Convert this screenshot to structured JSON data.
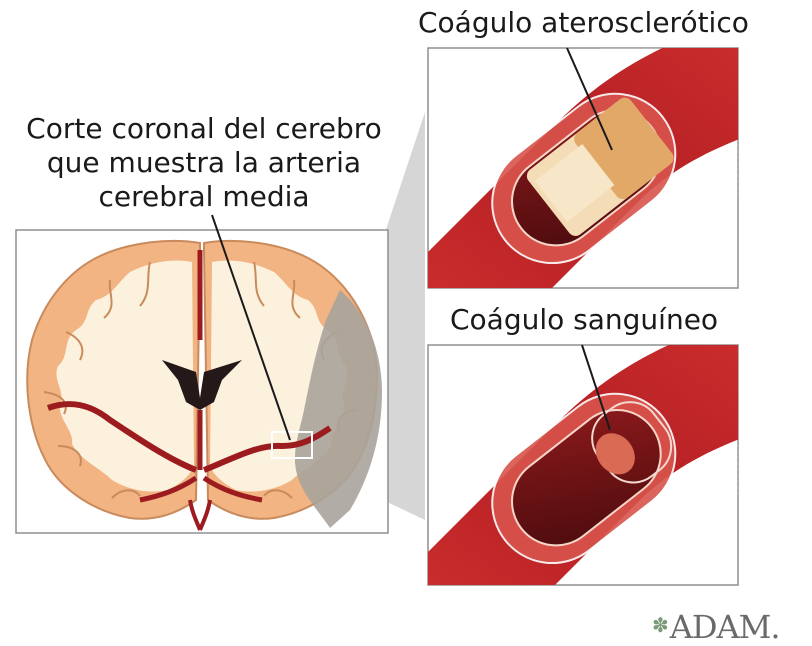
{
  "labels": {
    "coronal": [
      "Corte coronal del cerebro",
      "que muestra la arteria",
      "cerebral media"
    ],
    "atherosclerotic": "Coágulo aterosclerótico",
    "blood": "Coágulo sanguíneo"
  },
  "logo": {
    "text": "ADAM.",
    "mark": "✽"
  },
  "colors": {
    "vessel": "#c1272d",
    "vessel_dark": "#7a1316",
    "white_matter": "#fcf1dd",
    "grey_matter": "#f2b483",
    "damaged_tissue": "#a8a39b",
    "frame": "#8f8f8f",
    "athero_plaque": "#f4dcb6",
    "clot": "#d96a54"
  }
}
